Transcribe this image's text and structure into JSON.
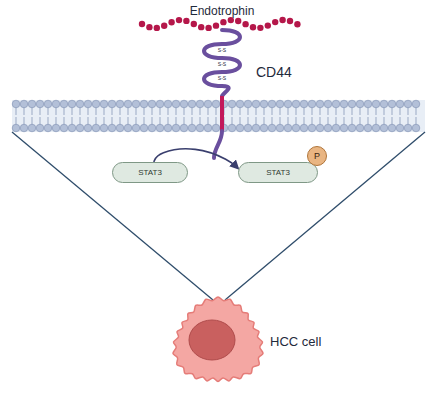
{
  "diagram": {
    "nodes": [
      {
        "text": [
          "STAT3"
        ]
      },
      {
        "text": [
          "STAT3"
        ]
      },
      {
        "text": [
          "P"
        ],
        "in": 1
      }
    ],
    "edges": [
      {
        "from": 0,
        "to": 1,
        "arrow": "to"
      }
    ],
    "labels": [
      "Endotrophin",
      "CD44",
      "S-S",
      "S-S",
      "S-S",
      "HCC cell"
    ]
  }
}
